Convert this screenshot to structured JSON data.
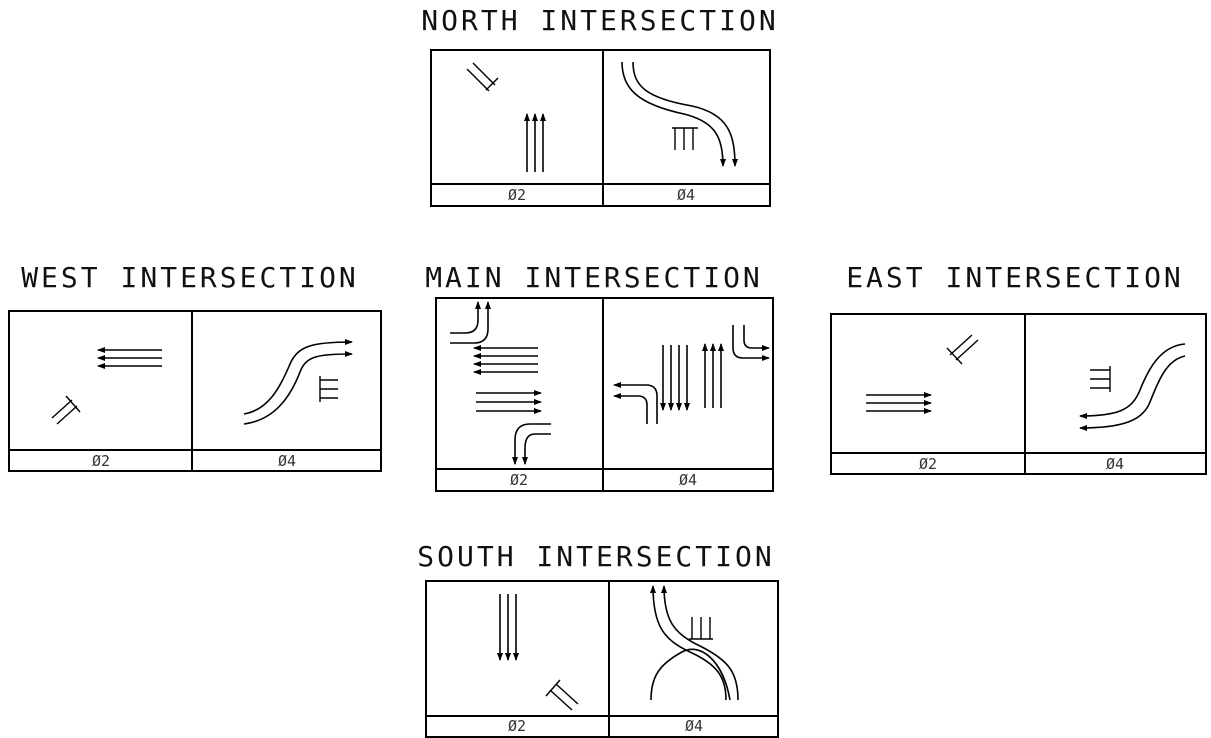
{
  "intersections": {
    "north": {
      "title": "NORTH INTERSECTION",
      "phase_a": "Ø2",
      "phase_b": "Ø4"
    },
    "west": {
      "title": "WEST INTERSECTION",
      "phase_a": "Ø2",
      "phase_b": "Ø4"
    },
    "main": {
      "title": "MAIN INTERSECTION",
      "phase_a": "Ø2",
      "phase_b": "Ø4"
    },
    "east": {
      "title": "EAST INTERSECTION",
      "phase_a": "Ø2",
      "phase_b": "Ø4"
    },
    "south": {
      "title": "SOUTH INTERSECTION",
      "phase_a": "Ø2",
      "phase_b": "Ø4"
    }
  },
  "colors": {
    "line": "#000000",
    "background": "#ffffff"
  }
}
